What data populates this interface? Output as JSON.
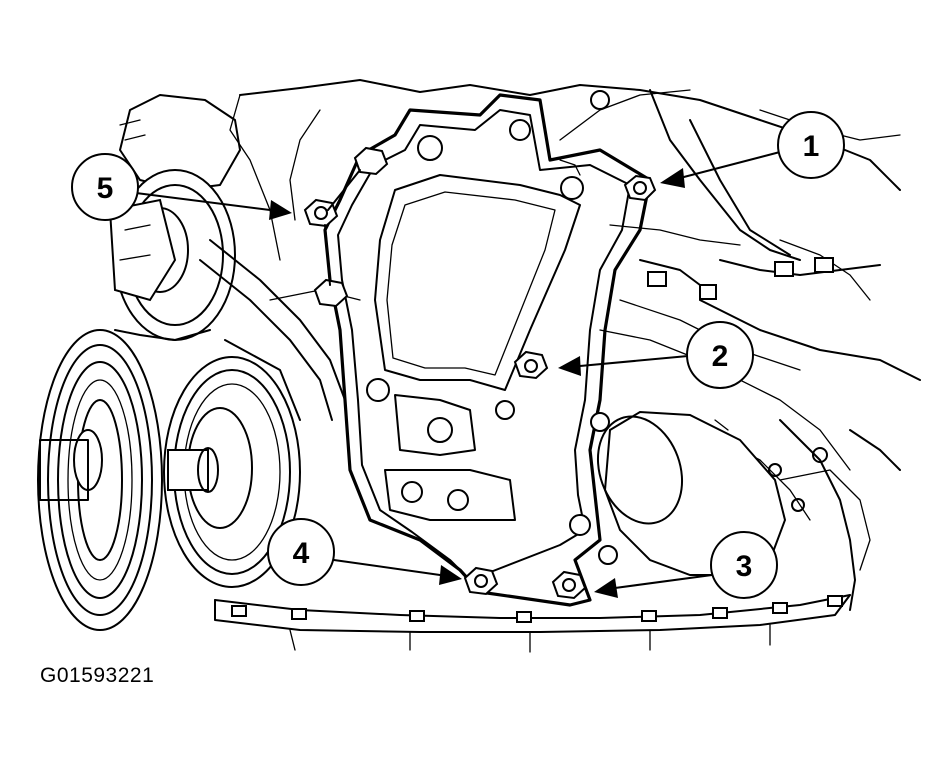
{
  "figure_code": "G01593221",
  "callouts": [
    {
      "label": "1"
    },
    {
      "label": "2"
    },
    {
      "label": "3"
    },
    {
      "label": "4"
    },
    {
      "label": "5"
    }
  ],
  "colors": {
    "line": "#000000",
    "background": "#ffffff"
  }
}
